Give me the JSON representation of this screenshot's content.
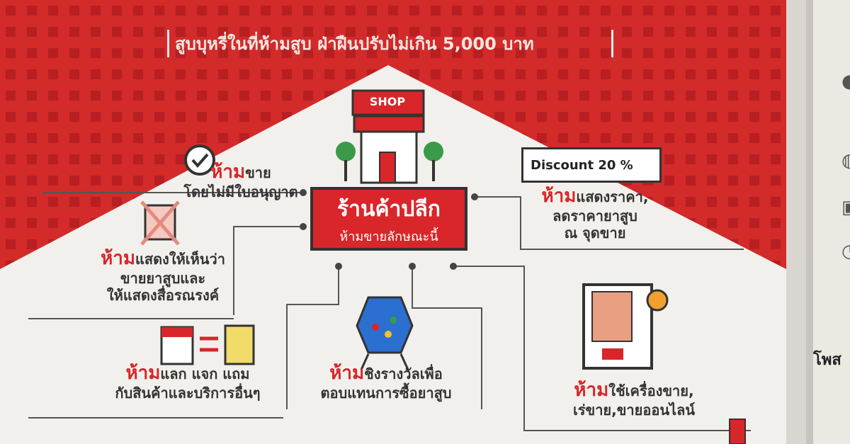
{
  "header": {
    "title": "สูบบุหรี่ในที่ห้ามสูบ ฝ่าฝืนปรับไม่เกิน 5,000 บาท"
  },
  "shop_sign": "SHOP",
  "center": {
    "title": "ร้านค้าปลีก",
    "subtitle": "ห้ามขายลักษณะนี้"
  },
  "discount_tag": "Discount 20 %",
  "rules": [
    {
      "prefix": "ห้าม",
      "line1": "ขาย",
      "line2": "โดยไม่มีใบอนุญาต"
    },
    {
      "prefix": "ห้าม",
      "line1": "แสดงให้เห็นว่า",
      "line2": "ขายยาสูบและ",
      "line3": "ให้แสดงสื่อรณรงค์"
    },
    {
      "prefix": "ห้าม",
      "line1": "แลก แจก แถม",
      "line2": "กับสินค้าและบริการอื่นๆ"
    },
    {
      "prefix": "ห้าม",
      "line1": "ชิงรางวัลเพื่อ",
      "line2": "ตอบแทนการซื้อยาสูบ"
    },
    {
      "prefix": "ห้าม",
      "line1": "ใช้เครื่องขาย,",
      "line2": "เร่ขาย,ขายออนไลน์"
    },
    {
      "prefix": "ห้าม",
      "line1": "แสดงราคา,",
      "line2": "ลดราคายาสูบ",
      "line3": "ณ จุดขาย"
    }
  ],
  "sidebar": {
    "post_label": "โพส"
  },
  "colors": {
    "red": "#d8262a",
    "dark": "#333333"
  }
}
